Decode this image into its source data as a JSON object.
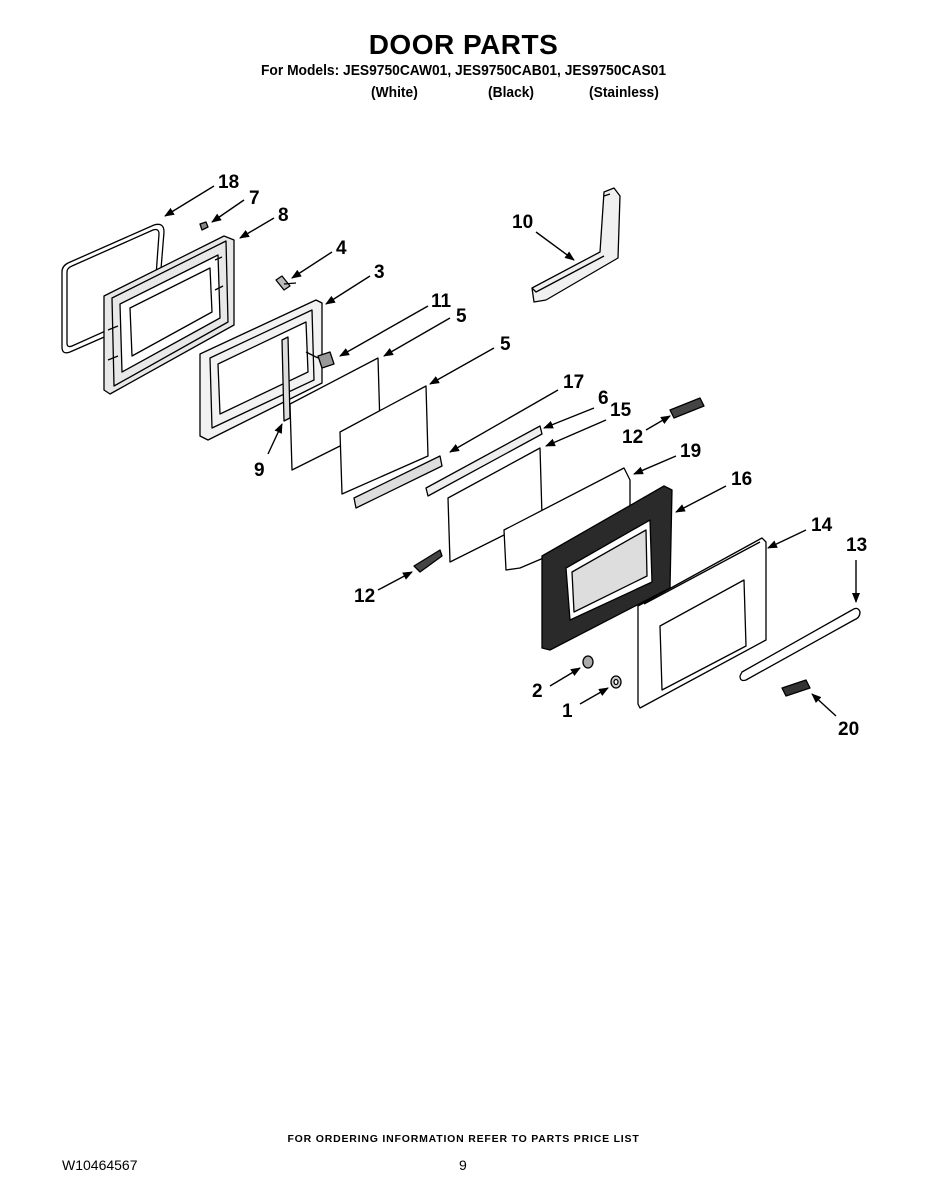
{
  "header": {
    "title": "DOOR PARTS",
    "models_line": "For Models: JES9750CAW01, JES9750CAB01, JES9750CAS01",
    "variants": [
      "(White)",
      "(Black)",
      "(Stainless)"
    ]
  },
  "callouts": [
    "18",
    "7",
    "8",
    "4",
    "3",
    "11",
    "5",
    "5",
    "10",
    "17",
    "6",
    "15",
    "12",
    "19",
    "16",
    "9",
    "14",
    "13",
    "12",
    "2",
    "1",
    "20"
  ],
  "footer": {
    "ordering_note": "FOR ORDERING INFORMATION REFER TO PARTS PRICE LIST",
    "doc_id": "W10464567",
    "page_number": "9"
  }
}
